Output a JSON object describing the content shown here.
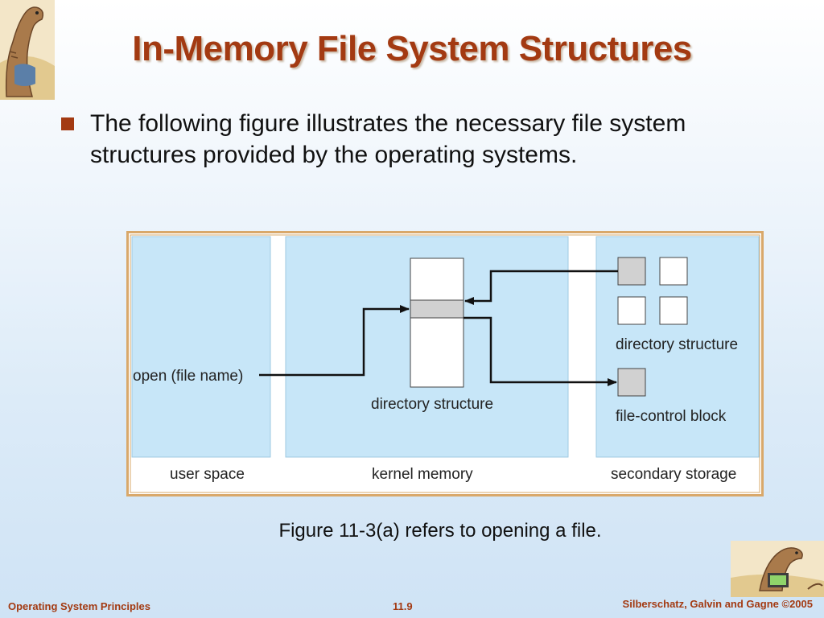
{
  "slide": {
    "title": "In-Memory File System Structures",
    "bullet": "The following figure illustrates the necessary file system structures provided by the operating systems.",
    "caption": "Figure 11-3(a) refers to opening a file."
  },
  "figure": {
    "call_label": "open (file name)",
    "kernel_directory_label": "directory structure",
    "disk_directory_label": "directory structure",
    "fcb_label": "file-control block",
    "region_user": "user space",
    "region_kernel": "kernel memory",
    "region_storage": "secondary storage"
  },
  "footer": {
    "left": "Operating System Principles",
    "middle": "11.9",
    "right": "Silberschatz, Galvin and Gagne ©2005"
  },
  "colors": {
    "title": "#a33a12",
    "panel": "#c7e6f8",
    "frame": "#d9a86a",
    "block_gray": "#d1d1d1"
  }
}
